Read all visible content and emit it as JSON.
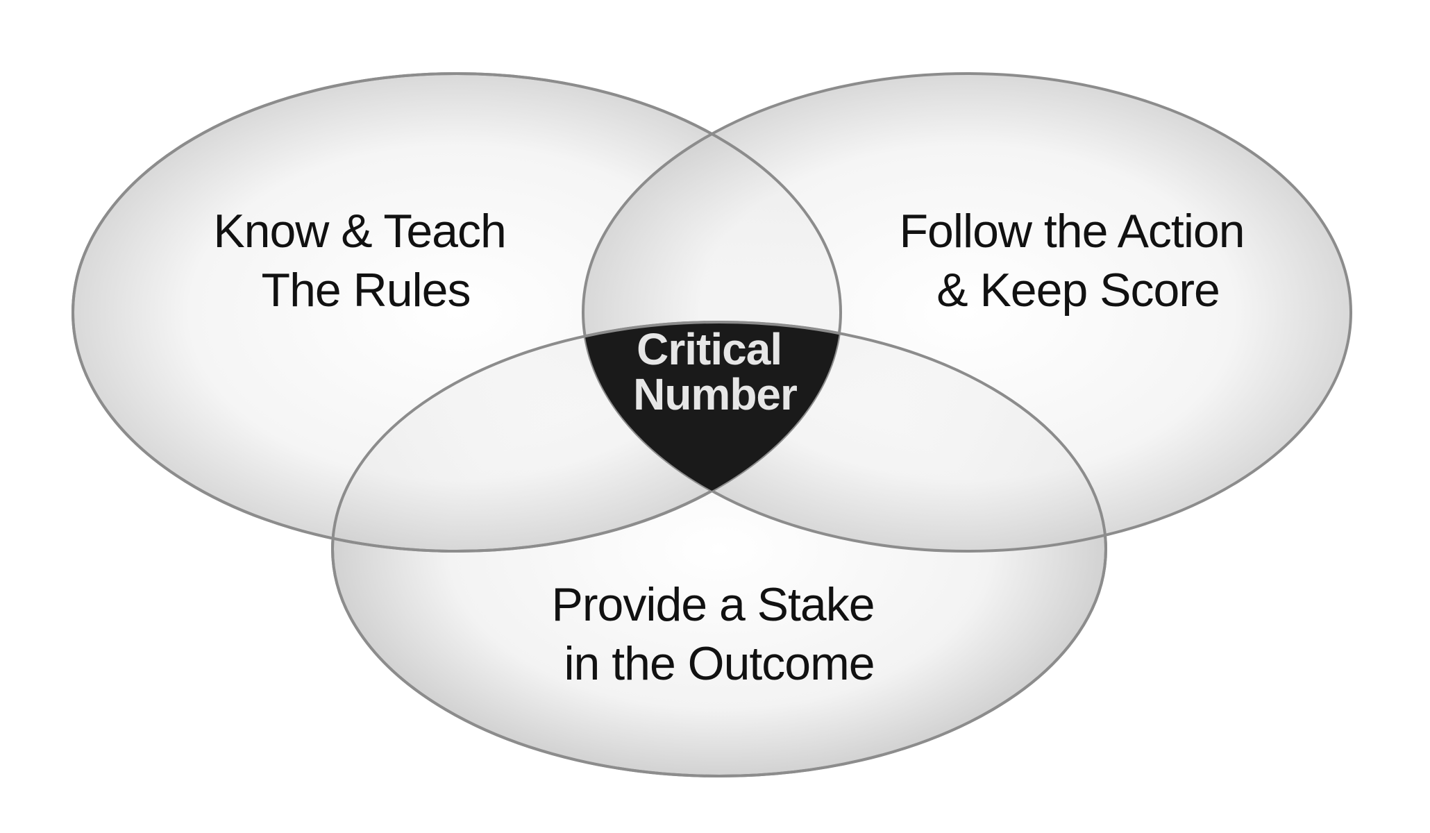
{
  "diagram": {
    "circles": [
      {
        "id": "left",
        "lines": [
          "Know & Teach",
          "The Rules"
        ]
      },
      {
        "id": "right",
        "lines": [
          "Follow the Action",
          "& Keep Score"
        ]
      },
      {
        "id": "bottom",
        "lines": [
          "Provide a Stake",
          "in the Outcome"
        ]
      }
    ],
    "center": {
      "lines": [
        "Critical",
        "Number"
      ]
    },
    "colors": {
      "circle_stroke": "#8c8c8c",
      "circle_fill_center": "#ffffff",
      "circle_fill_edge": "#d2d2d2",
      "center_fill": "#1a1a1a",
      "center_text": "#e6e6e6",
      "label_text": "#111111"
    }
  }
}
